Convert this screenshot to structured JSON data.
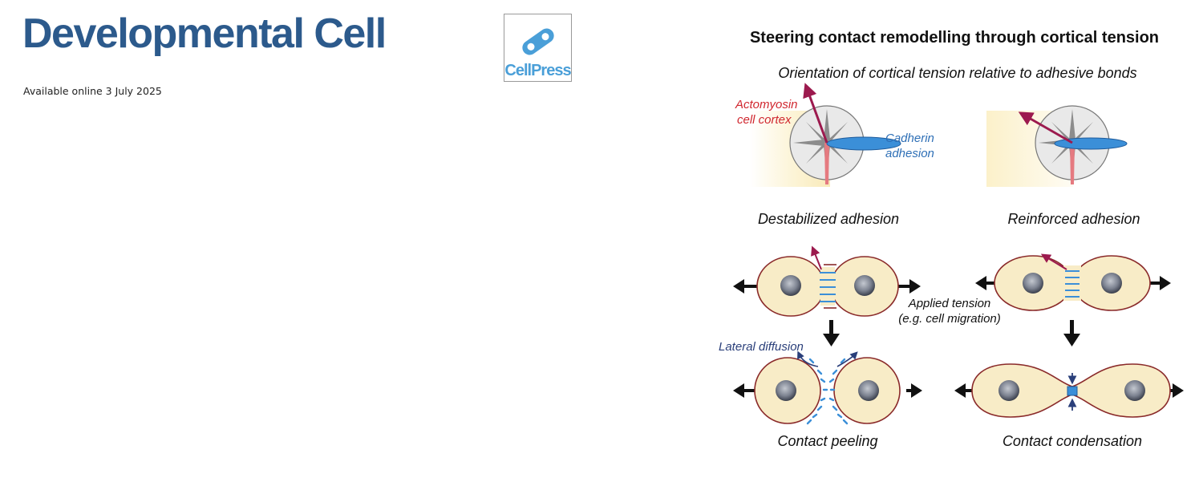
{
  "header": {
    "journal": "Developmental Cell",
    "available": "Available online 3 July 2025",
    "publisher_logo": "CellPress"
  },
  "graphical_abstract": {
    "title": "Steering contact remodelling through cortical tension",
    "subtitle": "Orientation of cortical tension relative to adhesive bonds",
    "label_actomyosin_1": "Actomyosin",
    "label_actomyosin_2": "cell cortex",
    "label_cadherin_1": "Cadherin",
    "label_cadherin_2": "adhesion",
    "destabilized": "Destabilized adhesion",
    "reinforced": "Reinforced adhesion",
    "applied_tension_1": "Applied tension",
    "applied_tension_2": "(e.g. cell migration)",
    "lateral_diffusion": "Lateral diffusion",
    "contact_peeling": "Contact peeling",
    "contact_condensation": "Contact condensation"
  },
  "colors": {
    "journal_blue": "#2c5a8c",
    "cellpress_blue": "#4a9fd8",
    "actomyosin_red": "#d0262e",
    "cadherin_blue": "#2e6fb6",
    "cortex_arrow": "#9c1a4e",
    "cell_fill": "#f8ecc7",
    "cell_outline": "#8a2a2a"
  }
}
